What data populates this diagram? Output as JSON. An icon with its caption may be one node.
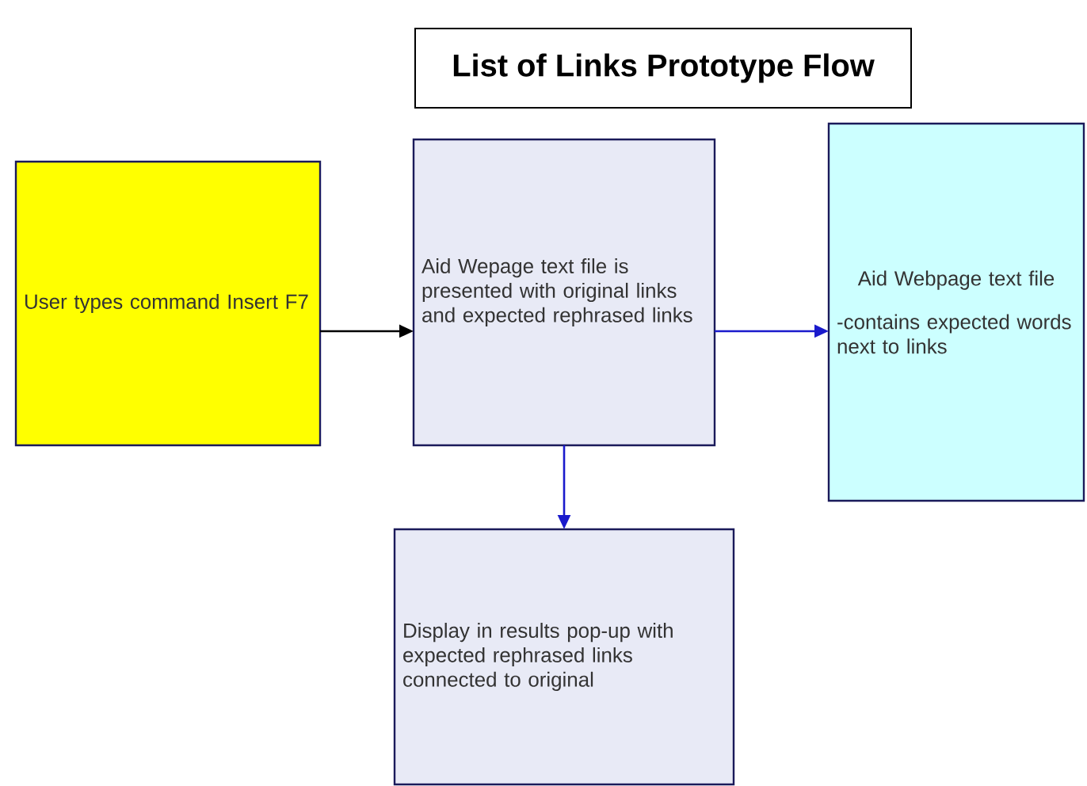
{
  "diagram": {
    "title": "List of Links Prototype Flow",
    "nodes": [
      {
        "text": [
          "User types command Insert F7"
        ]
      },
      {
        "text": [
          "Aid Wepage text file is presented with original links and expected rephrased links"
        ]
      },
      {
        "text": [
          "Aid Webpage text file",
          "-contains expected words next to links"
        ]
      },
      {
        "text": [
          "Display in results pop-up with expected rephrased links connected to original"
        ]
      }
    ],
    "edges": [
      {
        "from": 0,
        "to": 1,
        "arrow": "to",
        "color": "#000000"
      },
      {
        "from": 1,
        "to": 2,
        "arrow": "to"
      },
      {
        "from": 1,
        "to": 3,
        "arrow": "to"
      }
    ]
  }
}
